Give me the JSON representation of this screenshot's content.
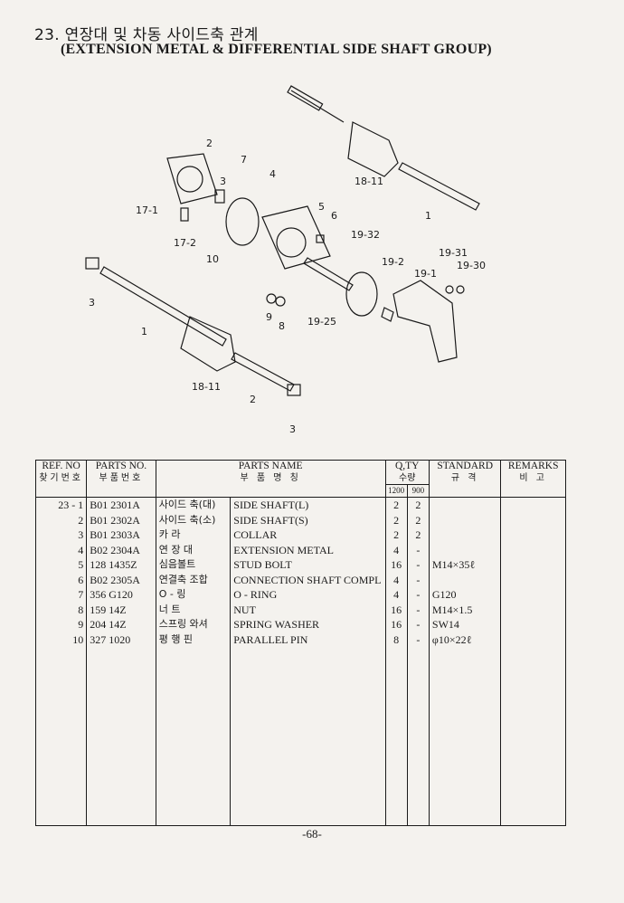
{
  "header": {
    "title_ko": "23. 연장대 및 차동 사이드축 관계",
    "title_en": "(EXTENSION METAL & DIFFERENTIAL SIDE SHAFT GROUP)"
  },
  "diagram": {
    "callouts": [
      "2",
      "7",
      "3",
      "4",
      "5",
      "6",
      "17-1",
      "17-2",
      "10",
      "18-11",
      "1",
      "19-32",
      "19-31",
      "19-30",
      "19-2",
      "19-1",
      "9",
      "8",
      "19-25",
      "3",
      "1",
      "18-11",
      "2",
      "3"
    ]
  },
  "table": {
    "headers": {
      "ref_en": "REF. NO",
      "ref_ko": "찾기번호",
      "parts_no_en": "PARTS NO.",
      "parts_no_ko": "부품번호",
      "name_en": "PARTS NAME",
      "name_ko": "부 품 명 칭",
      "qty_en": "Q,TY",
      "qty_ko": "수량",
      "qty_1200": "1200",
      "qty_900": "900",
      "std_en": "STANDARD",
      "std_ko": "규 격",
      "remarks_en": "REMARKS",
      "remarks_ko": "비 고"
    },
    "rows": [
      {
        "ref": "23 - 1",
        "part": "B01 2301A",
        "name_ko": "사이드 축(대)",
        "name_en": "SIDE SHAFT(L)",
        "q1200": "2",
        "q900": "2",
        "std": "",
        "remarks": ""
      },
      {
        "ref": "2",
        "part": "B01 2302A",
        "name_ko": "사이드 축(소)",
        "name_en": "SIDE SHAFT(S)",
        "q1200": "2",
        "q900": "2",
        "std": "",
        "remarks": ""
      },
      {
        "ref": "3",
        "part": "B01 2303A",
        "name_ko": "카       라",
        "name_en": "COLLAR",
        "q1200": "2",
        "q900": "2",
        "std": "",
        "remarks": ""
      },
      {
        "ref": "4",
        "part": "B02 2304A",
        "name_ko": "연 장 대",
        "name_en": "EXTENSION METAL",
        "q1200": "4",
        "q900": "-",
        "std": "",
        "remarks": ""
      },
      {
        "ref": "5",
        "part": "128 1435Z",
        "name_ko": "심음볼트",
        "name_en": "STUD BOLT",
        "q1200": "16",
        "q900": "-",
        "std": "M14×35ℓ",
        "remarks": ""
      },
      {
        "ref": "6",
        "part": "B02 2305A",
        "name_ko": "연결축 조합",
        "name_en": "CONNECTION SHAFT COMPL",
        "q1200": "4",
        "q900": "-",
        "std": "",
        "remarks": ""
      },
      {
        "ref": "7",
        "part": "356 G120",
        "name_ko": "O - 링",
        "name_en": "O - RING",
        "q1200": "4",
        "q900": "-",
        "std": "G120",
        "remarks": ""
      },
      {
        "ref": "8",
        "part": "159 14Z",
        "name_ko": "너       트",
        "name_en": "NUT",
        "q1200": "16",
        "q900": "-",
        "std": "M14×1.5",
        "remarks": ""
      },
      {
        "ref": "9",
        "part": "204 14Z",
        "name_ko": "스프링 와셔",
        "name_en": "SPRING WASHER",
        "q1200": "16",
        "q900": "-",
        "std": "SW14",
        "remarks": ""
      },
      {
        "ref": "10",
        "part": "327 1020",
        "name_ko": "평 행 핀",
        "name_en": "PARALLEL PIN",
        "q1200": "8",
        "q900": "-",
        "std": "φ10×22ℓ",
        "remarks": ""
      }
    ]
  },
  "footer": {
    "page": "-68-"
  },
  "colors": {
    "ink": "#1a1a1a",
    "paper": "#f4f2ee"
  }
}
